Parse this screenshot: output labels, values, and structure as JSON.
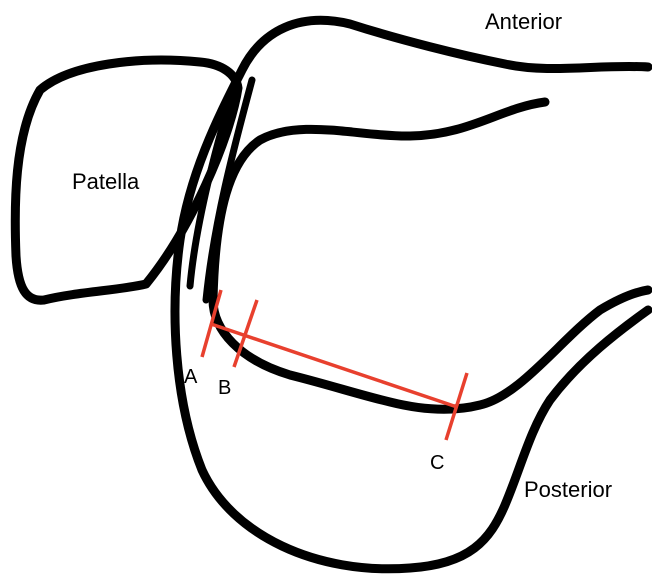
{
  "labels": {
    "anterior": "Anterior",
    "patella": "Patella",
    "posterior": "Posterior",
    "point_a": "A",
    "point_b": "B",
    "point_c": "C"
  },
  "colors": {
    "outline": "#000000",
    "measurement": "#e8402e",
    "background": "#ffffff"
  }
}
